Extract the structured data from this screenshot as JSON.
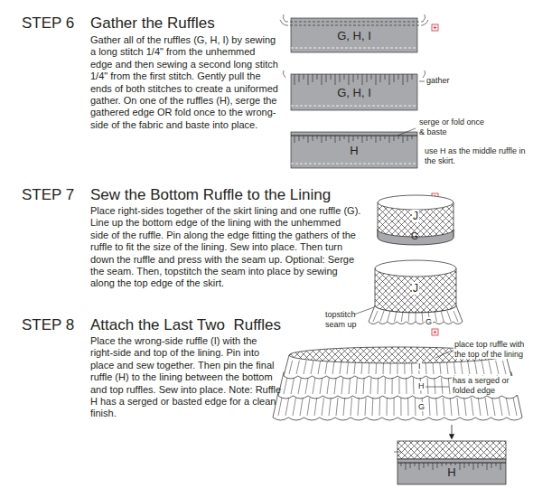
{
  "diagram": {
    "nodes": [
      {
        "text": [
          "G, H, I"
        ]
      },
      {
        "text": [
          "G, H, I"
        ]
      },
      {
        "text": [
          "H"
        ]
      },
      {
        "text": [
          "H"
        ]
      }
    ],
    "labels": [
      "STEP 6",
      "Gather the Ruffles",
      "Gather all of the ruffles (G, H, I) by sewing a long stitch 1/4\" from the unhemmed edge and then sewing a second long stitch 1/4\" from the first stitch. Gently pull the ends of both stitches to create a uniformed gather. On one of the ruffles (H), serge the gathered edge OR fold once to the wrong-side of the fabric and baste into place.",
      "gather",
      "serge or fold once & baste",
      "use H as the middle ruffle in the skirt.",
      "STEP 7",
      "Sew the Bottom Ruffle to the Lining",
      "Place right-sides together of the skirt lining and one ruffle (G). Line up the bottom edge of the lining with the unhemmed side of the ruffle. Pin along the edge fitting the gathers of the ruffle to fit the size of the lining. Sew into place. Then turn down the ruffle and press with the seam up. Optional: Serge the seam. Then, topstitch the seam into place by sewing along the top edge of the skirt.",
      "J",
      "G",
      "J",
      "topstitch seam up",
      "G",
      "STEP 8",
      "Attach the Last Two  Ruffles",
      "Place the wrong-side ruffle (I) with the right-side and top of the lining. Pin into place and sew together. Then pin the final ruffle (H) to the lining between the bottom and top ruffles. Sew into place. Note: Ruffle H has a serged or basted edge for a clean finish.",
      "place top ruffle with the top of the lining",
      "I",
      "H",
      "has a serged or folded edge",
      "G"
    ]
  }
}
